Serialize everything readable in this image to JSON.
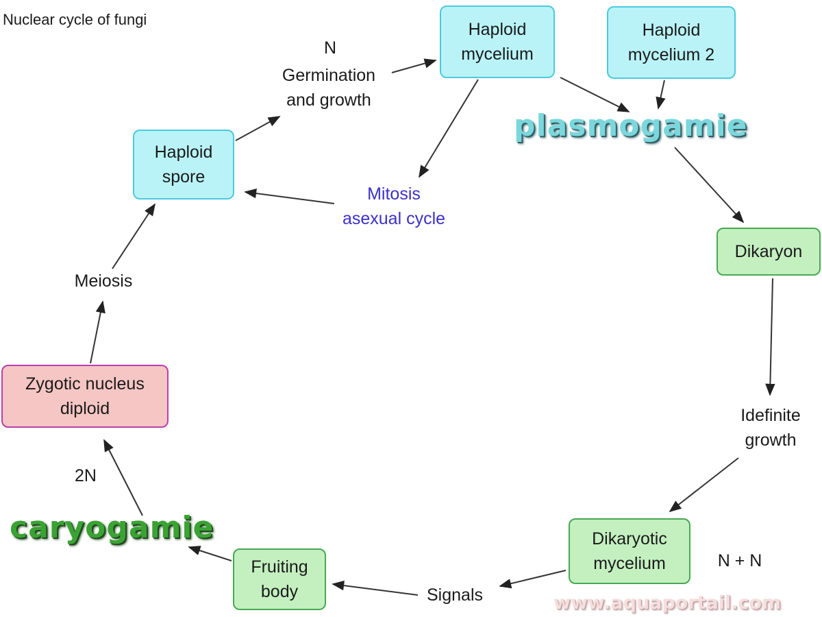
{
  "title": "Nuclear cycle of fungi",
  "nodes": {
    "haploid_mycelium": "Haploid\nmycelium",
    "haploid_mycelium_2": "Haploid\nmycelium 2",
    "haploid_spore": "Haploid\nspore",
    "dikaryon": "Dikaryon",
    "dikaryotic_mycelium": "Dikaryotic\nmycelium",
    "fruiting_body": "Fruiting\nbody",
    "zygotic_nucleus": "Zygotic nucleus\ndiploid"
  },
  "labels": {
    "n": "N",
    "germination": "Germination\nand growth",
    "mitosis": "Mitosis\nasexual cycle",
    "meiosis": "Meiosis",
    "two_n": "2N",
    "indefinite_growth": "Idefinite\ngrowth",
    "n_plus_n": "N + N",
    "signals": "Signals"
  },
  "highlights": {
    "plasmogamie": "plasmogamie",
    "caryogamie": "caryogamie"
  },
  "watermark": "www.aquaportail.com",
  "colors": {
    "cyan_fill": "#b9f3f7",
    "green_fill": "#c4f0c0",
    "pink_fill": "#f5c6c3",
    "mitosis_text": "#3b30c9",
    "plasmogamie_text": "#7ad7dc",
    "caryogamie_text": "#3aa333"
  }
}
